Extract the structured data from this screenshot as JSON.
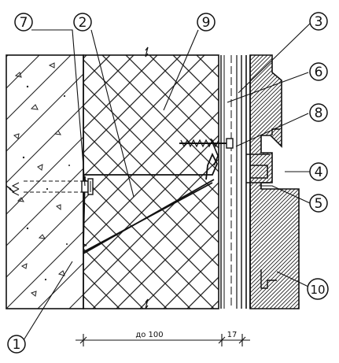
{
  "callouts": {
    "c1": "1",
    "c2": "2",
    "c3": "3",
    "c4": "4",
    "c5": "5",
    "c6": "6",
    "c7": "7",
    "c8": "8",
    "c9": "9",
    "c10": "10"
  },
  "dimensions": {
    "insulation_width": "до 100",
    "gap_width": "17"
  }
}
